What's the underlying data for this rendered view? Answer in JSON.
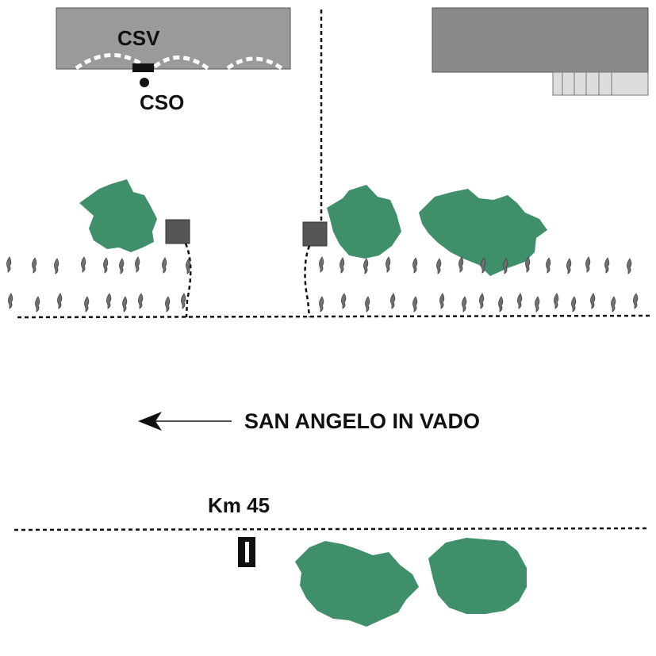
{
  "labels": {
    "csv": "CSV",
    "cso": "CSO",
    "direction": "SAN ANGELO IN VADO",
    "km": "Km 45"
  },
  "colors": {
    "building_left": "#9a9a9a",
    "building_right": "#8a8a8a",
    "tree": "#3f8f6a",
    "grass": "#707070",
    "box": "#555555",
    "line": "#111111"
  },
  "icons": {
    "arrow": "arrow-left-icon",
    "marker": "kilometer-marker-icon",
    "box": "utility-box-icon",
    "tree": "tree-icon",
    "grass": "grass-tuft-icon"
  }
}
